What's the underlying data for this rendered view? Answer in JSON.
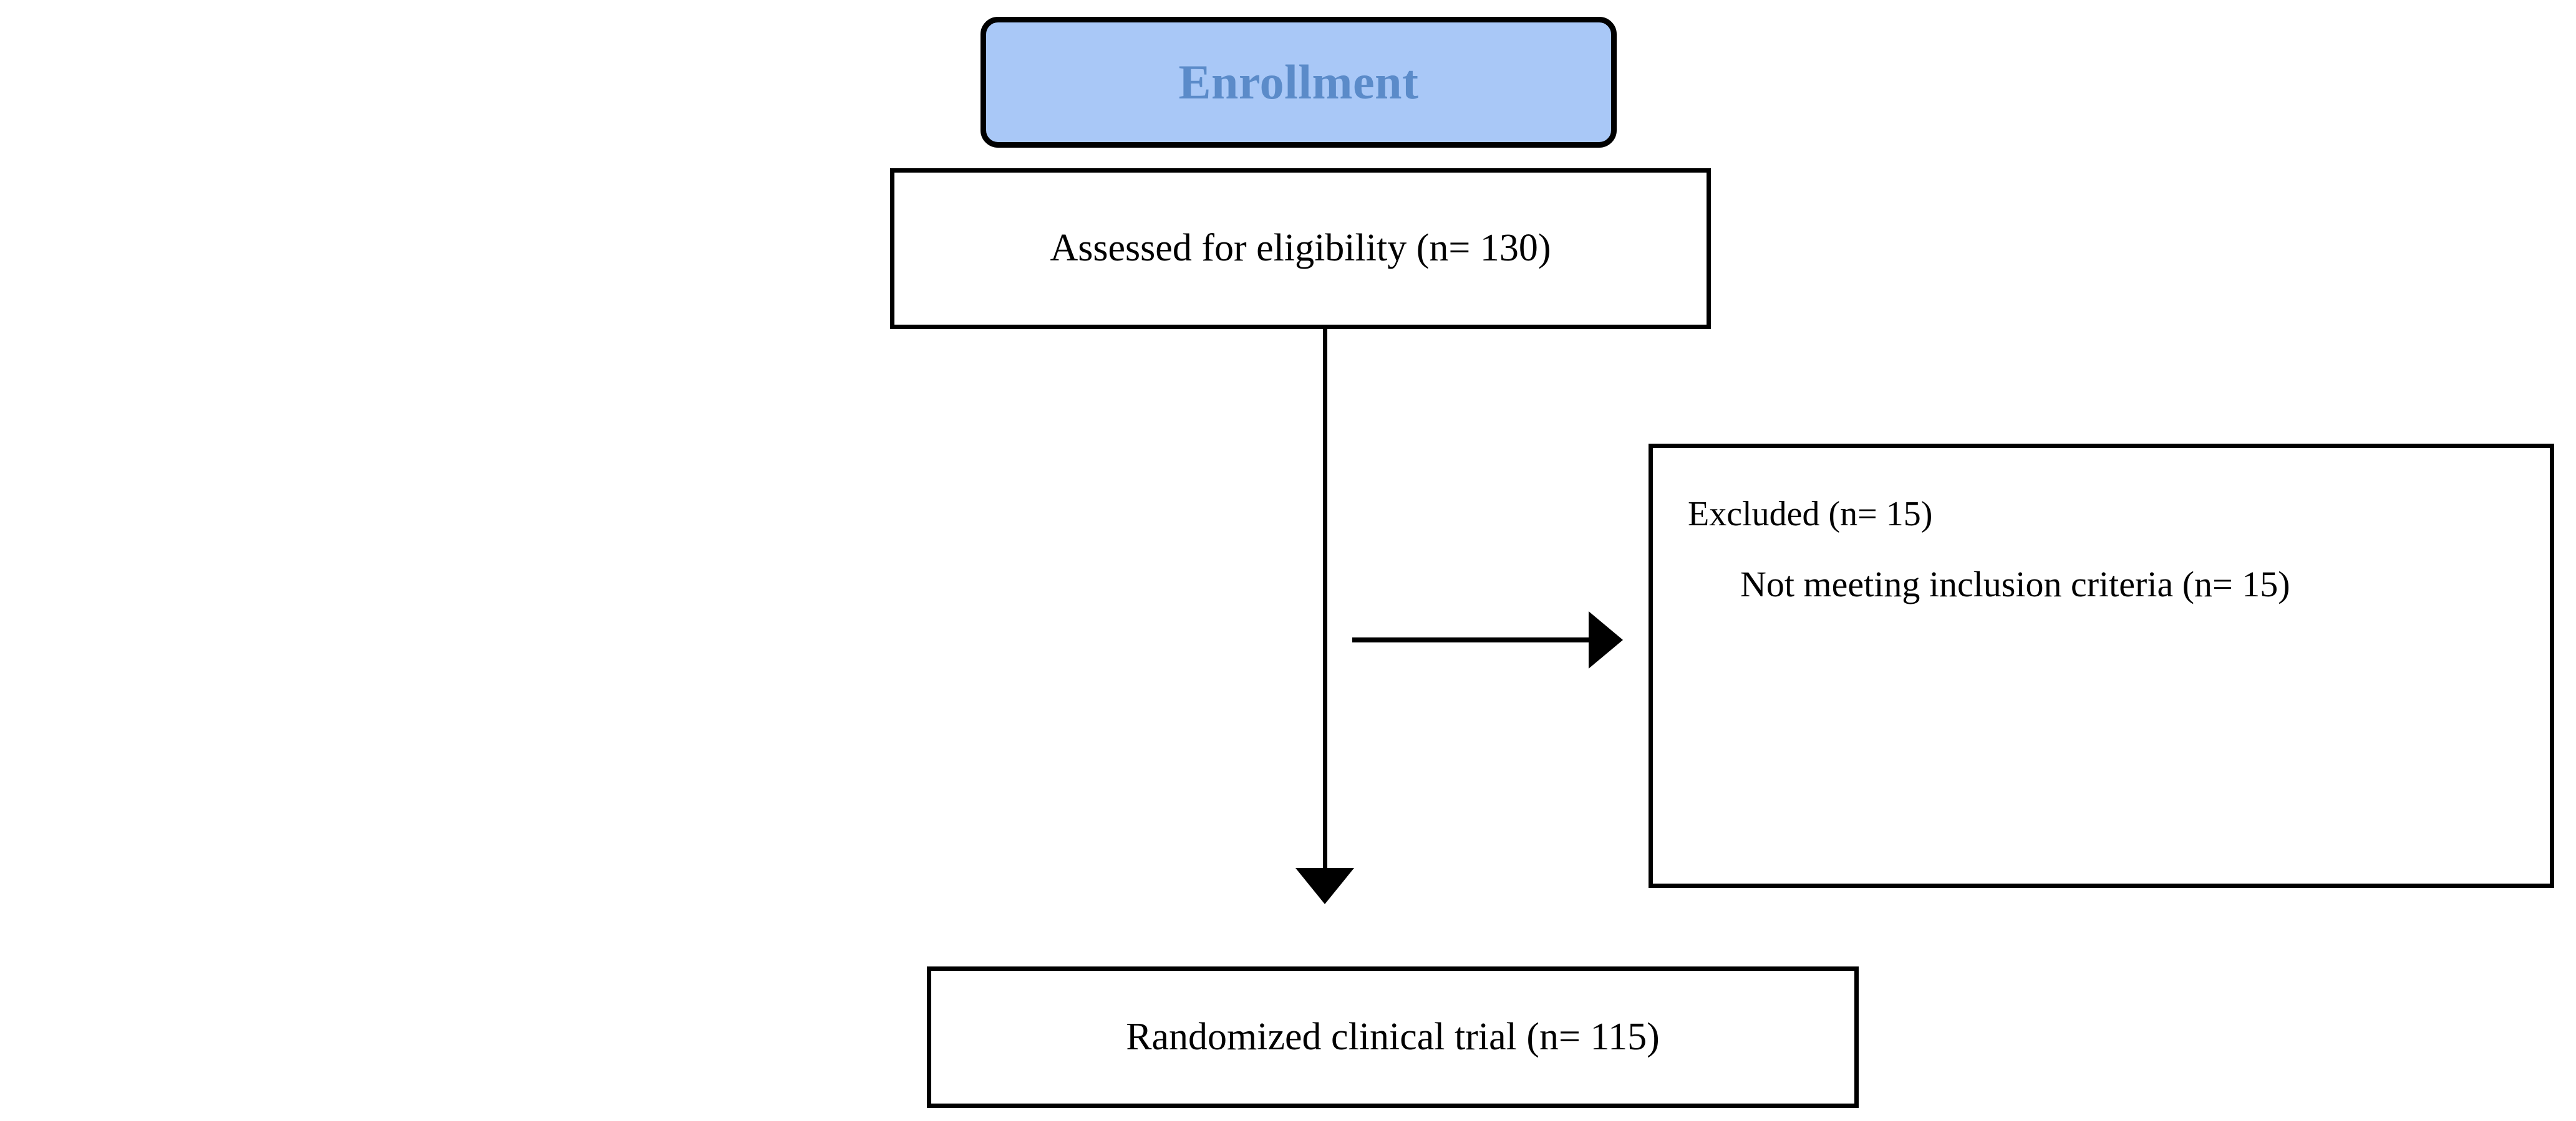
{
  "diagram": {
    "title": "CONSORT enrollment flow diagram",
    "type": "flowchart",
    "colors": {
      "banner_fill": "#a9c8f7",
      "banner_text": "#5b8bc9",
      "box_fill": "#ffffff",
      "stroke": "#000000",
      "page_background": "#ffffff"
    },
    "banner": {
      "label": "Enrollment"
    },
    "nodes": {
      "assessed": {
        "label": "Assessed for eligibility (n= 130)",
        "count": 130
      },
      "excluded": {
        "line1": "Excluded (n= 15)",
        "line2": "Not meeting inclusion criteria (n= 15)",
        "count": 15,
        "reason_count": 15
      },
      "randomized": {
        "label": "Randomized clinical trial (n= 115)",
        "count": 115
      }
    },
    "connectors": {
      "assessed_to_randomized": {
        "name": "vertical-flow-arrow",
        "direction": "down"
      },
      "assessed_to_excluded": {
        "name": "horizontal-exclusion-arrow",
        "direction": "right"
      }
    }
  }
}
